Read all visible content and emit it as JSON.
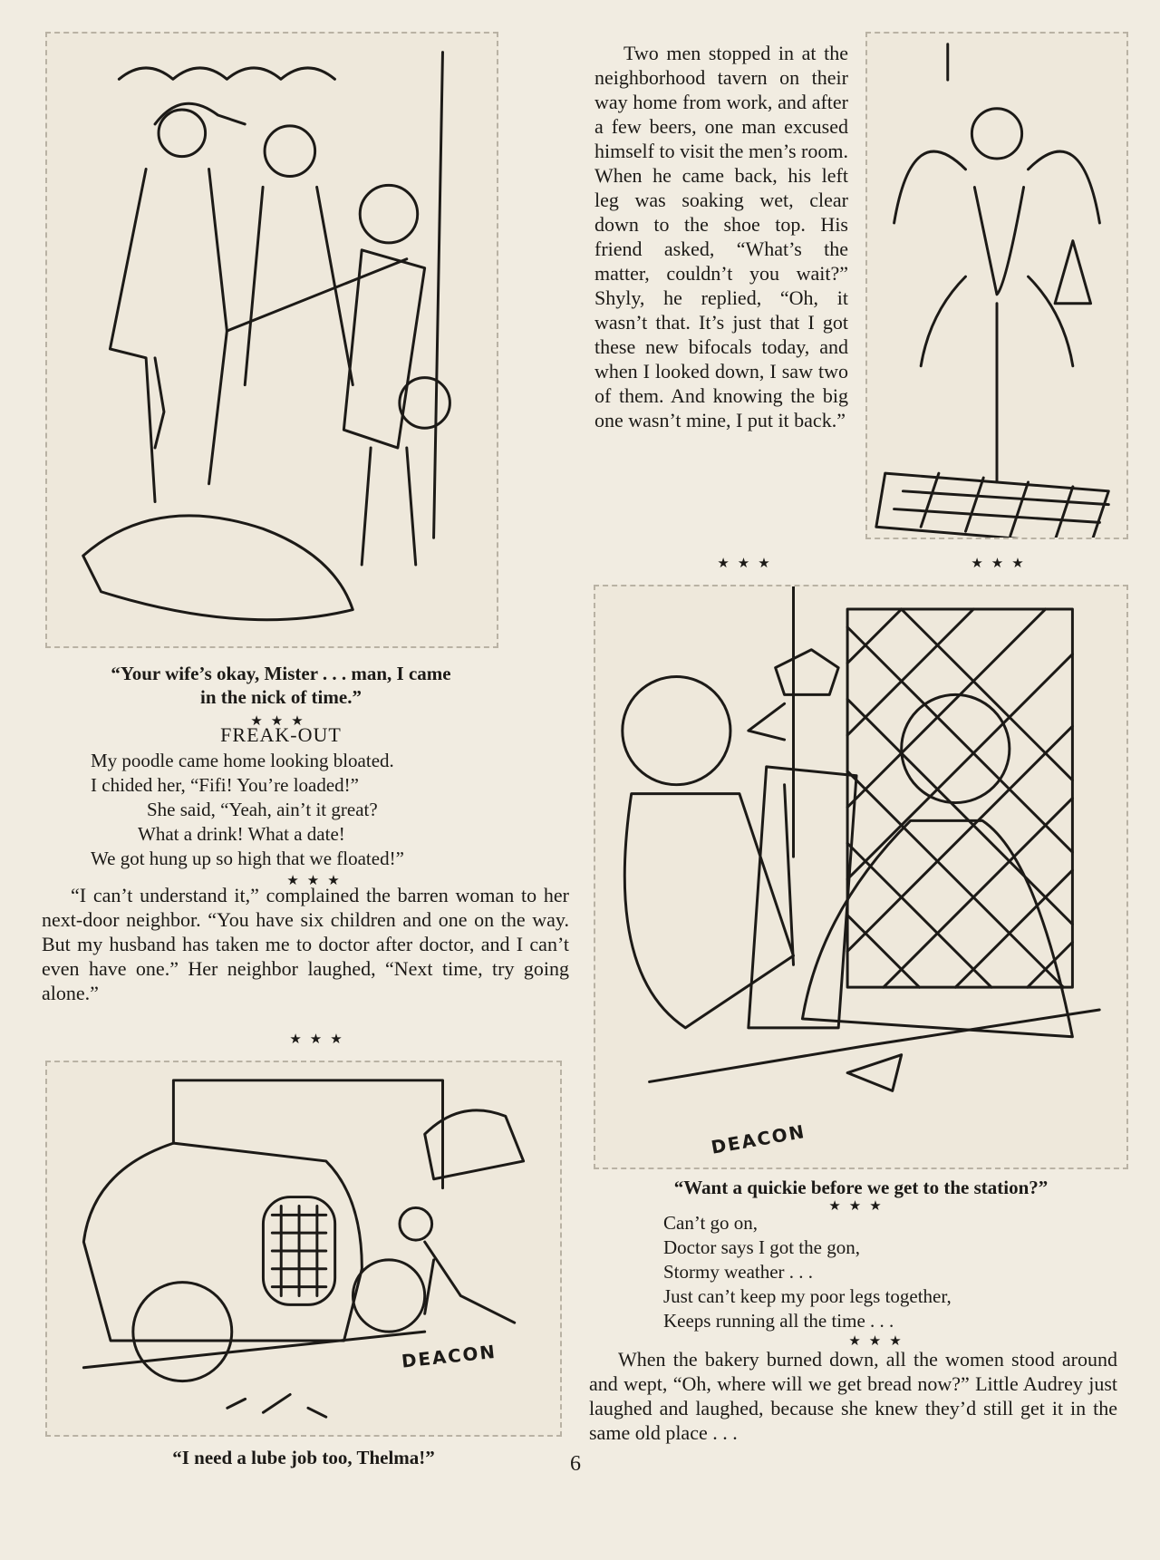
{
  "cartoons": {
    "fishing": {
      "caption_line1": "“Your wife’s okay, Mister . . . man, I came",
      "caption_line2": "in the nick of time.”"
    },
    "striptease": {},
    "police": {
      "signature": "DEACON",
      "caption": "“Want a quickie before we get to the station?”"
    },
    "car": {
      "signature": "DEACON",
      "caption": "“I need a lube job too, Thelma!”"
    }
  },
  "stars": "★★★",
  "freak_out": {
    "title": "FREAK-OUT",
    "lines": [
      "My poodle came home looking bloated.",
      "I chided her, “Fifi! You’re loaded!”",
      "She said, “Yeah, ain’t it great?",
      "What a drink! What a date!",
      "We got hung up so high that we floated!”"
    ]
  },
  "joke_tavern": "Two men stopped in at the neighborhood tavern on their way home from work, and after a few beers, one man excused himself to visit the men’s room. When he came back, his left leg was soaking wet, clear down to the shoe top. His friend asked, “What’s the matter, couldn’t you wait?” Shyly, he replied, “Oh, it wasn’t that. It’s just that I got these new bifocals today, and when I looked down, I saw two of them. And knowing the big one wasn’t mine, I put it back.”",
  "joke_barren": "“I can’t understand it,” complained the barren woman to her next-door neighbor. “You have six children and one on the way. But my husband has taken me to doctor after doctor, and I can’t even have one.” Her neighbor laughed, “Next time, try going alone.”",
  "poem_gon": {
    "lines": [
      "Can’t go on,",
      "Doctor says I got the gon,",
      "Stormy weather . . .",
      "Just can’t keep my poor legs together,",
      "Keeps running all the time . . ."
    ]
  },
  "joke_bakery": "When the bakery burned down, all the women stood around and wept, “Oh, where will we get bread now?” Little Audrey just laughed and laughed, because she knew they’d still get it in the same old place . . .",
  "page_number": "6"
}
